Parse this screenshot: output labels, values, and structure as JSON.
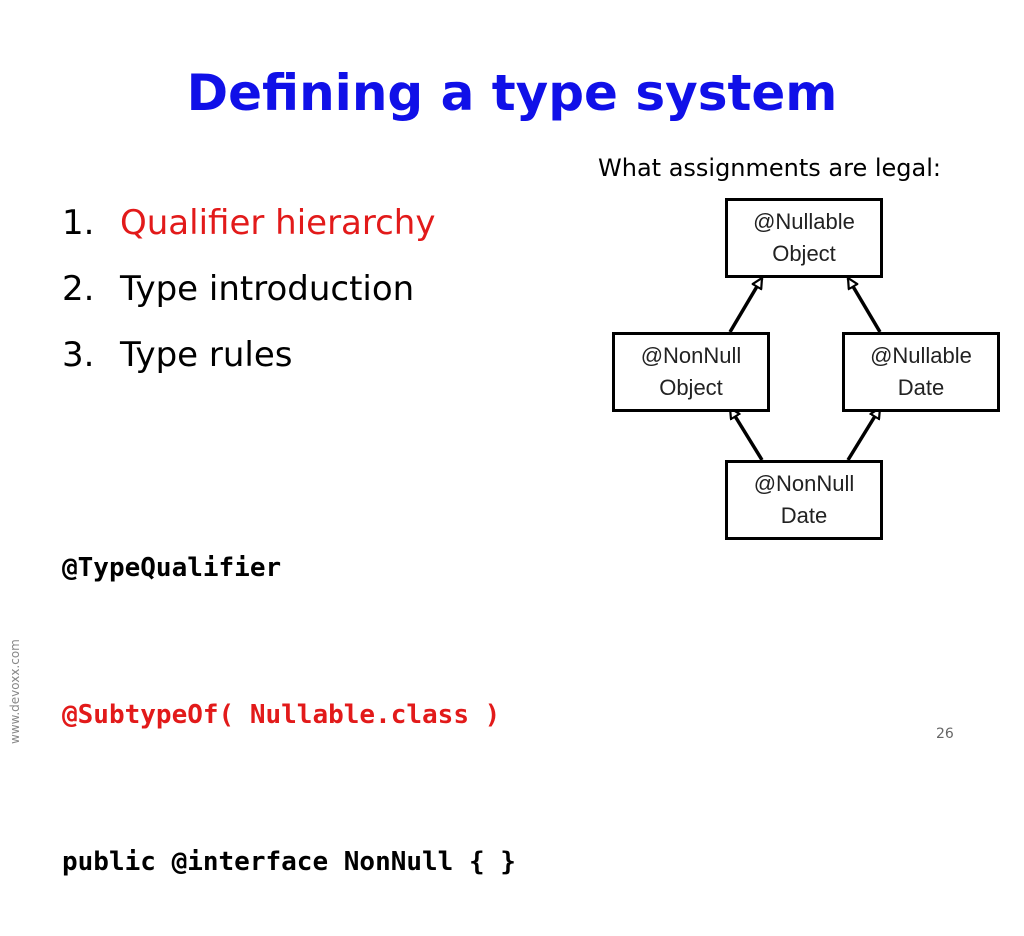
{
  "slide": {
    "title": "Defining a type system",
    "subhead": "What assignments are legal:",
    "list": [
      {
        "num": "1.",
        "text": "Qualifier hierarchy"
      },
      {
        "num": "2.",
        "text": "Type introduction"
      },
      {
        "num": "3.",
        "text": "Type rules"
      }
    ],
    "code": [
      "@TypeQualifier",
      "@SubtypeOf( Nullable.class )",
      "public @interface NonNull { }"
    ],
    "watermark": "www.devoxx.com",
    "page_number": "26",
    "colors": {
      "title": "#1010e8",
      "highlight": "#e21a1a"
    }
  },
  "diagram": {
    "nodes": [
      {
        "id": "nullable-object",
        "line1": "@Nullable",
        "line2": "Object"
      },
      {
        "id": "nonnull-object",
        "line1": "@NonNull",
        "line2": "Object"
      },
      {
        "id": "nullable-date",
        "line1": "@Nullable",
        "line2": "Date"
      },
      {
        "id": "nonnull-date",
        "line1": "@NonNull",
        "line2": "Date"
      }
    ],
    "edges": [
      {
        "from": "nonnull-object",
        "to": "nullable-object"
      },
      {
        "from": "nullable-date",
        "to": "nullable-object"
      },
      {
        "from": "nonnull-date",
        "to": "nonnull-object"
      },
      {
        "from": "nonnull-date",
        "to": "nullable-date"
      }
    ]
  }
}
